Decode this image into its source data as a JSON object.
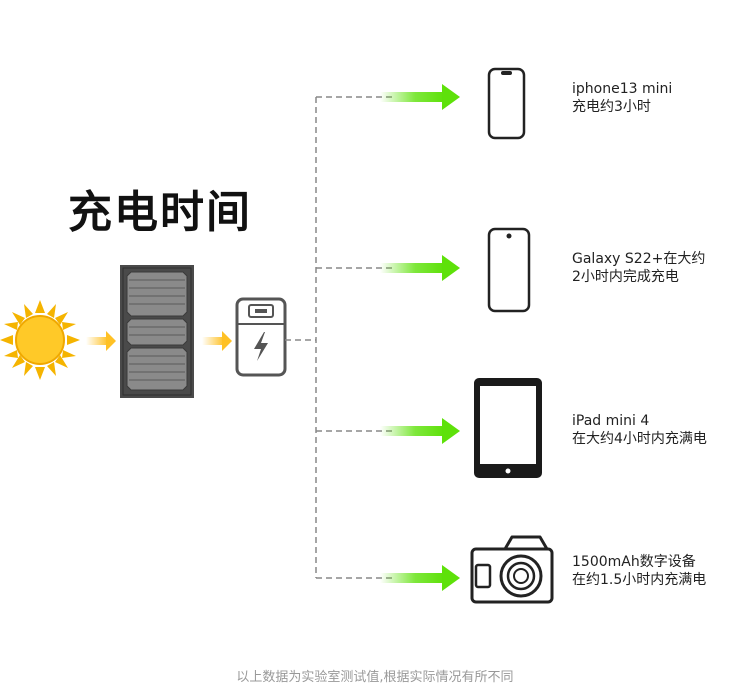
{
  "title": "充电时间",
  "devices": [
    {
      "icon": "smartphone-icon",
      "name": "iphone13 mini",
      "time": "充电约3小时"
    },
    {
      "icon": "smartphone-icon",
      "name": "Galaxy S22+在大约",
      "time": "2小时内完成充电"
    },
    {
      "icon": "tablet-icon",
      "name": "iPad mini 4",
      "time": "在大约4小时内充满电"
    },
    {
      "icon": "camera-icon",
      "name": "1500mAh数字设备",
      "time": "在约1.5小时内充满电"
    }
  ],
  "footer": "以上数据为实验室测试值,根据实际情况有所不同",
  "colors": {
    "sun": "#ffc928",
    "sun_ray": "#f5b400",
    "arrow_yellow": "#ffc125",
    "arrow_green": "#5ee10a",
    "panel": "#4a4a4a",
    "dashed": "#888888"
  }
}
